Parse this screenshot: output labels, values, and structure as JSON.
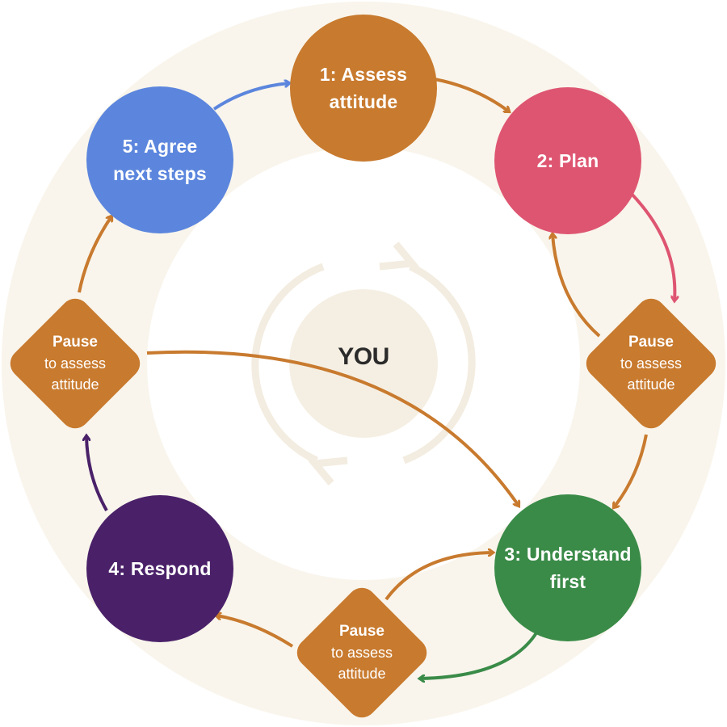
{
  "center": {
    "label": "YOU"
  },
  "steps": [
    {
      "id": "assess",
      "line1": "1: Assess",
      "line2": "attitude",
      "color": "#c87a2e"
    },
    {
      "id": "plan",
      "line1": "2: Plan",
      "line2": "",
      "color": "#de5571"
    },
    {
      "id": "understand",
      "line1": "3: Understand",
      "line2": "first",
      "color": "#3a8b48"
    },
    {
      "id": "respond",
      "line1": "4: Respond",
      "line2": "",
      "color": "#4a2169"
    },
    {
      "id": "agree",
      "line1": "5: Agree",
      "line2": "next steps",
      "color": "#5c86dd"
    }
  ],
  "pauses": [
    {
      "id": "right",
      "title": "Pause",
      "line2": "to assess",
      "line3": "attitude"
    },
    {
      "id": "bottom",
      "title": "Pause",
      "line2": "to assess",
      "line3": "attitude"
    },
    {
      "id": "left",
      "title": "Pause",
      "line2": "to assess",
      "line3": "attitude"
    }
  ],
  "colors": {
    "ring": "#f9f5ec",
    "pause": "#c87a2e",
    "arrow_default": "#c87a2e",
    "center_icon": "#f3ece0"
  }
}
